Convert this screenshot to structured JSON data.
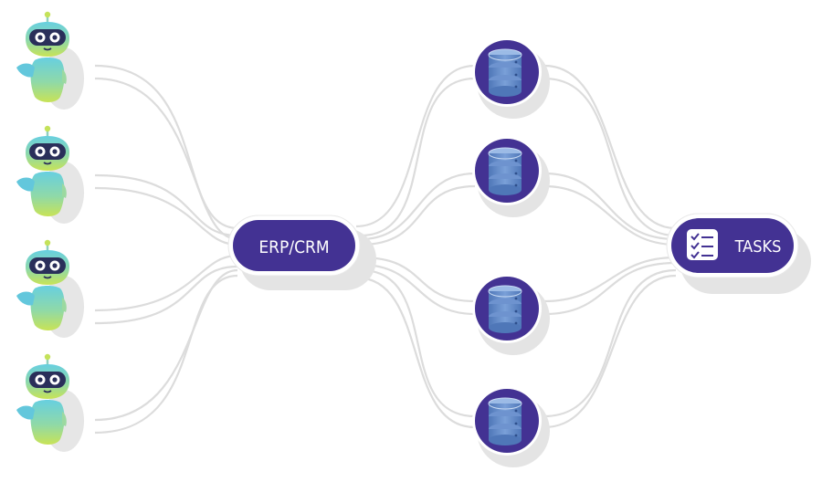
{
  "nodes": {
    "robots": [
      {
        "name": "robot-1"
      },
      {
        "name": "robot-2"
      },
      {
        "name": "robot-3"
      },
      {
        "name": "robot-4"
      }
    ],
    "hub": {
      "label": "ERP/CRM"
    },
    "databases": [
      {
        "name": "database-1",
        "icon": "database-icon"
      },
      {
        "name": "database-2",
        "icon": "database-icon"
      },
      {
        "name": "database-3",
        "icon": "database-icon"
      },
      {
        "name": "database-4",
        "icon": "database-icon"
      }
    ],
    "tasks": {
      "label": "TASKS",
      "icon": "checklist-icon"
    }
  },
  "colors": {
    "node_purple": "#433293",
    "connector": "#dcdcdc",
    "shadow": "#e4e4e4",
    "robot_teal": "#6fd0d4",
    "robot_green": "#c4e25a",
    "db_blue": "#5f87c6",
    "label_white": "#ffffff"
  }
}
